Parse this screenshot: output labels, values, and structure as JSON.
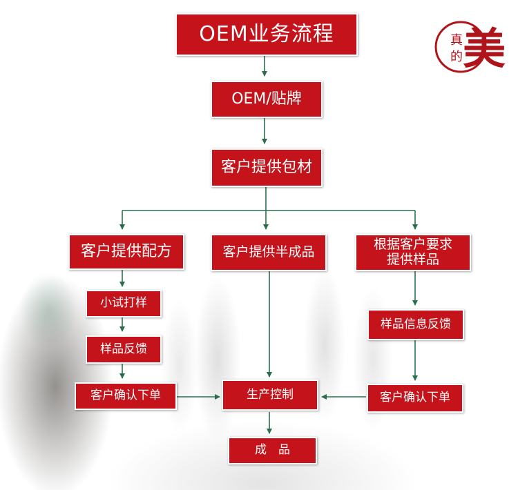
{
  "title": "OEM业务流程",
  "seal": {
    "small_top": "真",
    "small_bottom": "的",
    "big": "美",
    "color": "#b0141b"
  },
  "colors": {
    "box": "#c4131b",
    "arrow": "#2a6e4e"
  },
  "nodes": {
    "oem_label": "OEM/贴牌",
    "packaging": "客户提供包材",
    "formula": "客户提供配方",
    "semi": "客户提供半成品",
    "sample_req": "根据客户要求\n提供样品",
    "trial": "小试打样",
    "feedback_left": "样品反馈",
    "confirm_left": "客户确认下单",
    "production": "生产控制",
    "product": "成　品",
    "info_feedback": "样品信息反馈",
    "confirm_right": "客户确认下单"
  }
}
